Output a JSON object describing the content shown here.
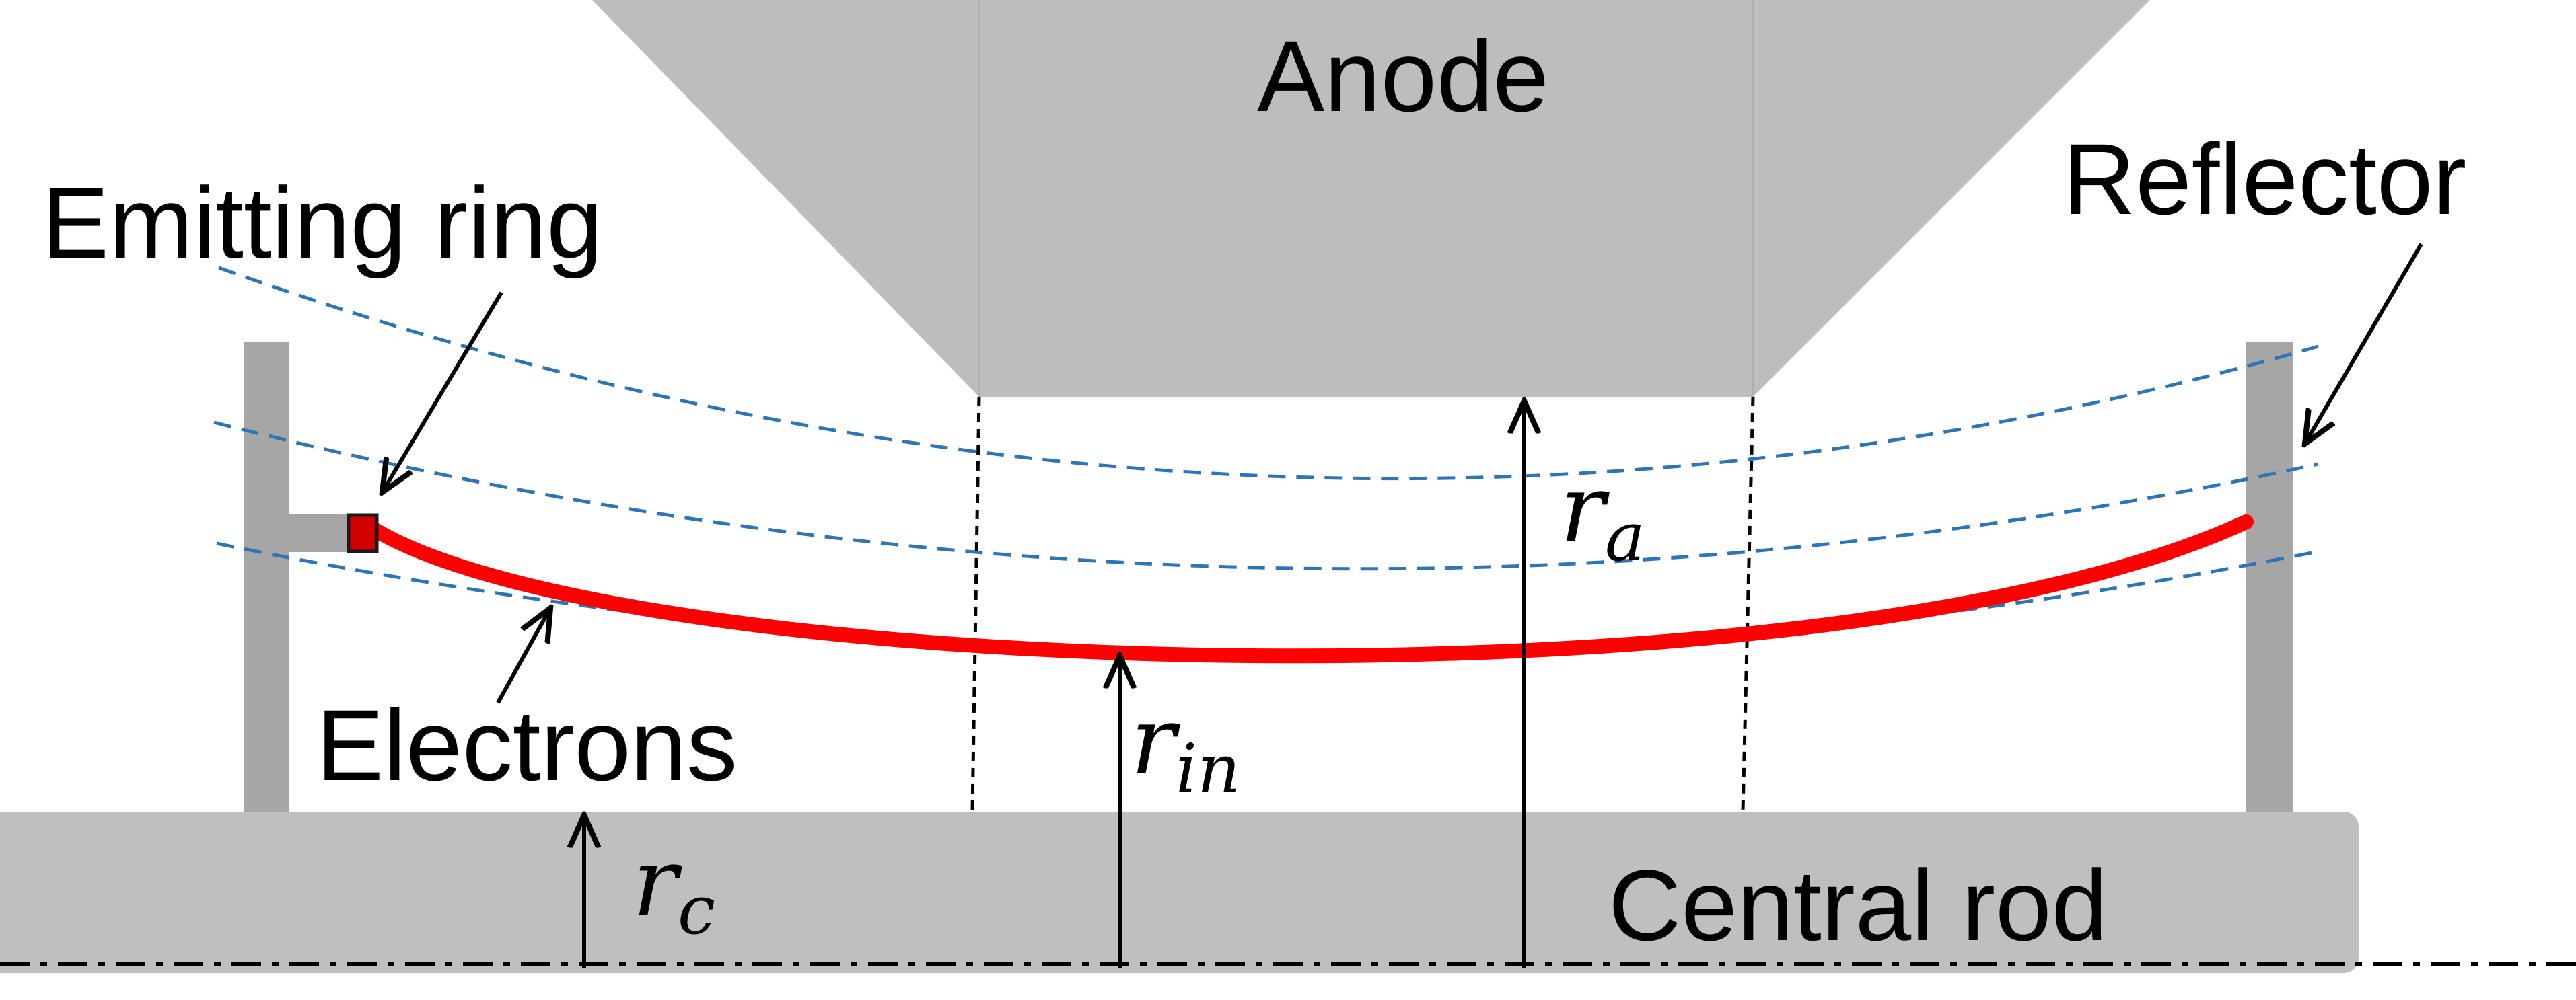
{
  "labels": {
    "anode": "Anode",
    "reflector": "Reflector",
    "emitting_ring": "Emitting ring",
    "electrons": "Electrons",
    "central_rod": "Central rod",
    "r_a": {
      "base": "r",
      "sub": "a"
    },
    "r_in": {
      "base": "r",
      "sub": "in"
    },
    "r_c": {
      "base": "r",
      "sub": "c"
    }
  },
  "colors": {
    "anode": "#bdbdbd",
    "reflector": "#a6a6a6",
    "central_rod": "#bfbfbf",
    "electron_beam": "#ff0000",
    "field_lines": "#2e75b6",
    "emitter": "#d40000"
  }
}
